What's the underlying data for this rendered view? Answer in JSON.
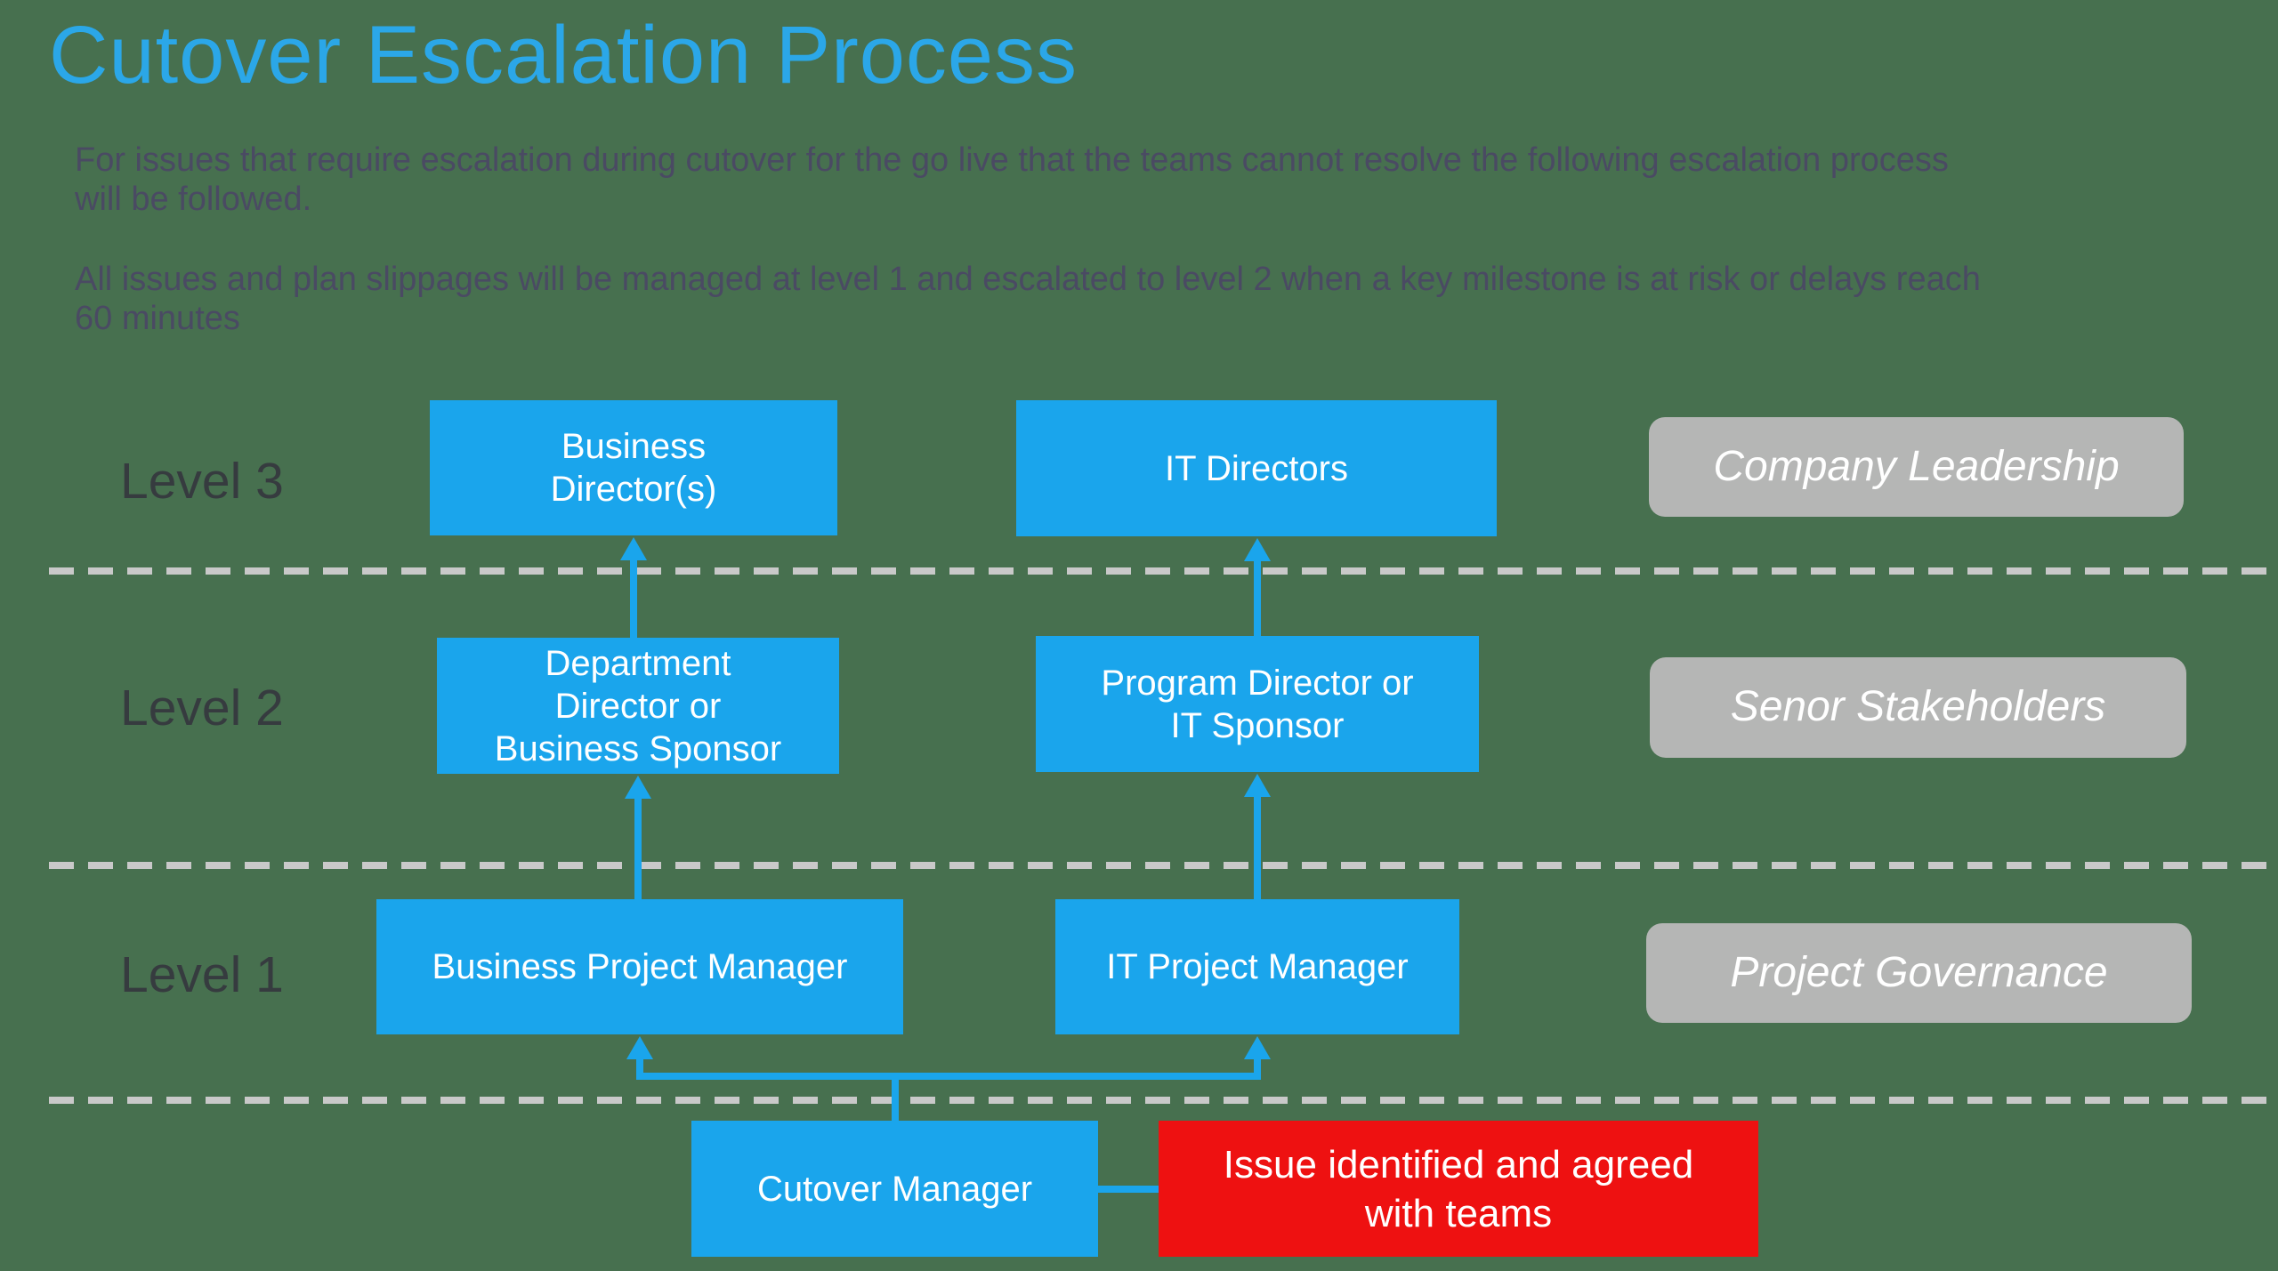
{
  "title": "Cutover Escalation Process",
  "intro": {
    "para1": "For issues that require escalation during cutover for the go live that the teams cannot resolve the following escalation process\nwill be followed.",
    "para2": "All issues and plan slippages will be managed at level 1 and escalated to level 2 when a key milestone is at risk or delays reach\n60 minutes"
  },
  "levels": [
    {
      "label": "Level 3",
      "business_box": "Business\nDirector(s)",
      "it_box": "IT Directors",
      "role_box": "Company Leadership"
    },
    {
      "label": "Level 2",
      "business_box": "Department\nDirector or\nBusiness Sponsor",
      "it_box": "Program Director or\nIT Sponsor",
      "role_box": "Senor Stakeholders"
    },
    {
      "label": "Level 1",
      "business_box": "Business Project Manager",
      "it_box": "IT Project Manager",
      "role_box": "Project Governance"
    }
  ],
  "bottom": {
    "cutover_box": "Cutover Manager",
    "issue_box": "Issue identified and agreed\nwith teams"
  },
  "colors": {
    "background": "#47704F",
    "title_blue": "#2BA7E8",
    "body_text": "#4A4A63",
    "box_blue": "#1AA5EC",
    "box_red": "#EE1111",
    "box_gray": "#B5B6B5",
    "dash_gray": "#C9C9C9",
    "level_label": "#363B3F"
  }
}
